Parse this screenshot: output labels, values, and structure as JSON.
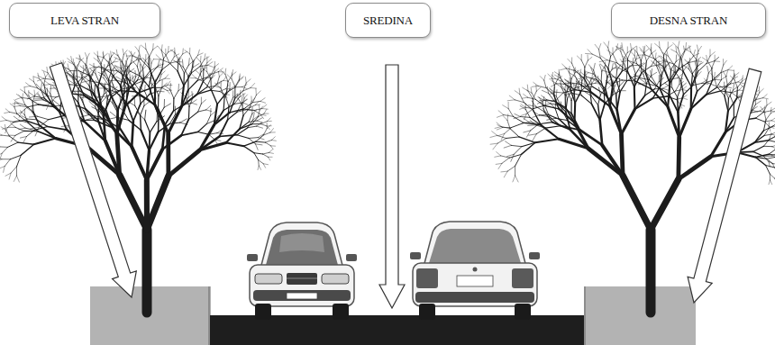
{
  "diagram": {
    "nodes": [
      {
        "text": [
          "LEVA STRAN"
        ]
      },
      {
        "text": [
          "SREDINA"
        ]
      },
      {
        "text": [
          "DESNA STRAN"
        ]
      }
    ]
  }
}
